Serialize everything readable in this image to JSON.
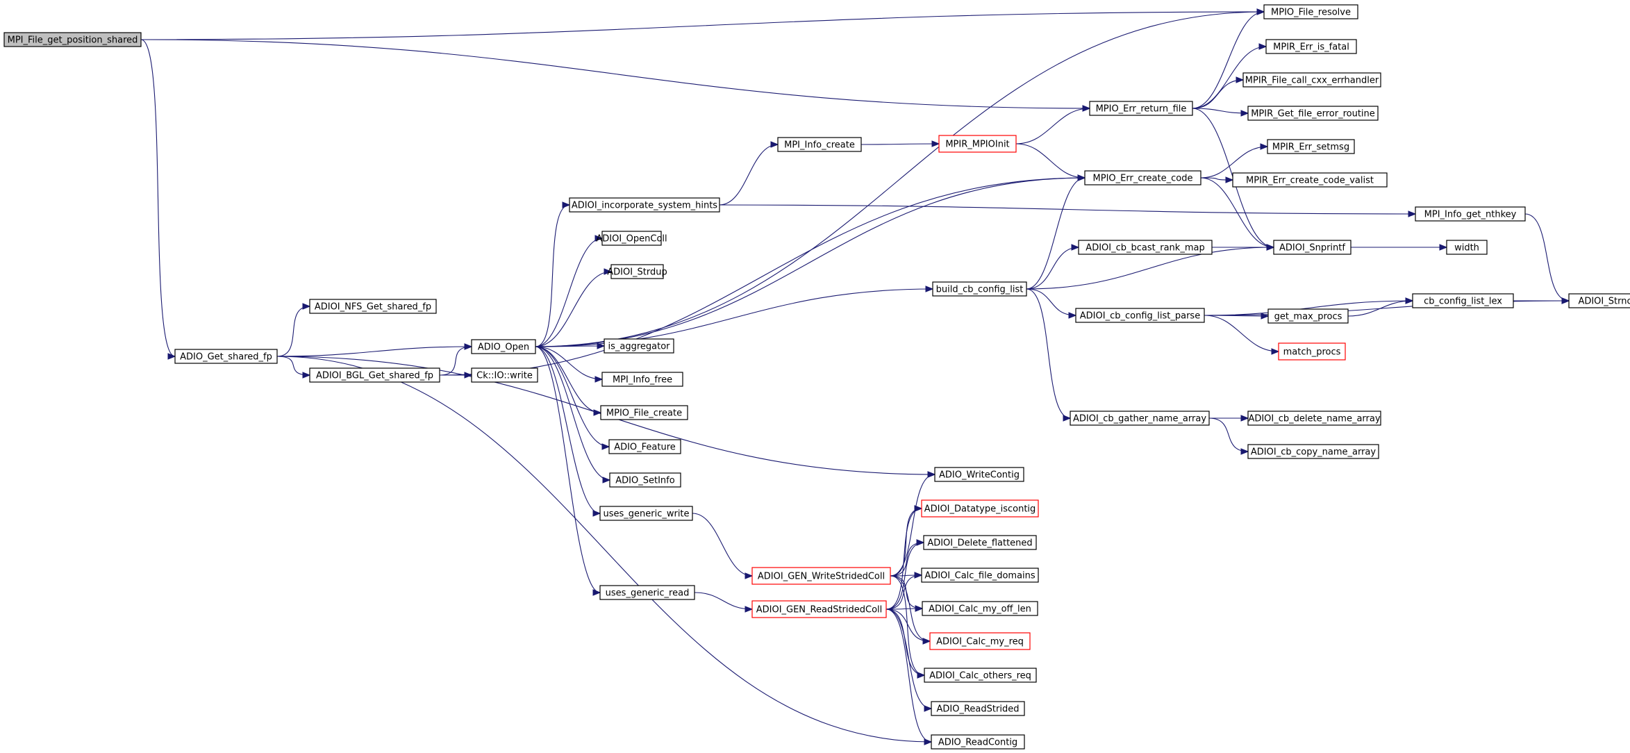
{
  "graph": {
    "type": "call-graph",
    "colors": {
      "edge": "#191970",
      "node_border": "#000000",
      "node_border_truncated": "#ff0000",
      "root_fill": "#bfbfbf",
      "node_fill": "#ffffff"
    },
    "nodes": [
      {
        "id": "n0",
        "label": "MPI_File_get_position_shared",
        "style": "root"
      },
      {
        "id": "n1",
        "label": "MPIO_File_resolve",
        "style": "normal"
      },
      {
        "id": "n2",
        "label": "MPIO_Err_return_file",
        "style": "normal"
      },
      {
        "id": "n3",
        "label": "ADIO_Get_shared_fp",
        "style": "normal"
      },
      {
        "id": "n4",
        "label": "ADIOI_NFS_Get_shared_fp",
        "style": "normal"
      },
      {
        "id": "n5",
        "label": "ADIOI_BGL_Get_shared_fp",
        "style": "normal"
      },
      {
        "id": "n6",
        "label": "ADIO_Open",
        "style": "normal"
      },
      {
        "id": "n7",
        "label": "Ck::IO::write",
        "style": "normal"
      },
      {
        "id": "n8",
        "label": "MPI_Info_create",
        "style": "normal"
      },
      {
        "id": "n9",
        "label": "MPIR_MPIOInit",
        "style": "red"
      },
      {
        "id": "n10",
        "label": "ADIOI_incorporate_system_hints",
        "style": "normal"
      },
      {
        "id": "n11",
        "label": "ADIOI_OpenColl",
        "style": "normal"
      },
      {
        "id": "n12",
        "label": "ADIOI_Strdup",
        "style": "normal"
      },
      {
        "id": "n13",
        "label": "is_aggregator",
        "style": "normal"
      },
      {
        "id": "n14",
        "label": "MPI_Info_free",
        "style": "normal"
      },
      {
        "id": "n15",
        "label": "MPIO_File_create",
        "style": "normal"
      },
      {
        "id": "n16",
        "label": "ADIO_Feature",
        "style": "normal"
      },
      {
        "id": "n17",
        "label": "ADIO_SetInfo",
        "style": "normal"
      },
      {
        "id": "n18",
        "label": "uses_generic_write",
        "style": "normal"
      },
      {
        "id": "n19",
        "label": "uses_generic_read",
        "style": "normal"
      },
      {
        "id": "n20",
        "label": "MPIR_Err_is_fatal",
        "style": "normal"
      },
      {
        "id": "n21",
        "label": "MPIR_File_call_cxx_errhandler",
        "style": "normal"
      },
      {
        "id": "n22",
        "label": "MPIR_Get_file_error_routine",
        "style": "normal"
      },
      {
        "id": "n23",
        "label": "MPIO_Err_create_code",
        "style": "normal"
      },
      {
        "id": "n24",
        "label": "MPIR_Err_setmsg",
        "style": "normal"
      },
      {
        "id": "n25",
        "label": "MPIR_Err_create_code_valist",
        "style": "normal"
      },
      {
        "id": "n26",
        "label": "MPI_Info_get_nthkey",
        "style": "normal"
      },
      {
        "id": "n27",
        "label": "ADIOI_cb_bcast_rank_map",
        "style": "normal"
      },
      {
        "id": "n28",
        "label": "ADIOI_Snprintf",
        "style": "normal"
      },
      {
        "id": "n29",
        "label": "width",
        "style": "normal"
      },
      {
        "id": "n30",
        "label": "build_cb_config_list",
        "style": "normal"
      },
      {
        "id": "n31",
        "label": "ADIOI_cb_config_list_parse",
        "style": "normal"
      },
      {
        "id": "n32",
        "label": "get_max_procs",
        "style": "normal"
      },
      {
        "id": "n33",
        "label": "cb_config_list_lex",
        "style": "normal"
      },
      {
        "id": "n34",
        "label": "ADIOI_Strncpy",
        "style": "normal"
      },
      {
        "id": "n35",
        "label": "match_procs",
        "style": "red"
      },
      {
        "id": "n36",
        "label": "ADIOI_cb_gather_name_array",
        "style": "normal"
      },
      {
        "id": "n37",
        "label": "ADIOI_cb_delete_name_array",
        "style": "normal"
      },
      {
        "id": "n38",
        "label": "ADIOI_cb_copy_name_array",
        "style": "normal"
      },
      {
        "id": "n39",
        "label": "ADIO_WriteContig",
        "style": "normal"
      },
      {
        "id": "n40",
        "label": "ADIOI_Datatype_iscontig",
        "style": "red"
      },
      {
        "id": "n41",
        "label": "ADIOI_Delete_flattened",
        "style": "normal"
      },
      {
        "id": "n42",
        "label": "ADIOI_GEN_WriteStridedColl",
        "style": "red"
      },
      {
        "id": "n43",
        "label": "ADIOI_Calc_file_domains",
        "style": "normal"
      },
      {
        "id": "n44",
        "label": "ADIOI_GEN_ReadStridedColl",
        "style": "red"
      },
      {
        "id": "n45",
        "label": "ADIOI_Calc_my_off_len",
        "style": "normal"
      },
      {
        "id": "n46",
        "label": "ADIOI_Calc_my_req",
        "style": "red"
      },
      {
        "id": "n47",
        "label": "ADIOI_Calc_others_req",
        "style": "normal"
      },
      {
        "id": "n48",
        "label": "ADIO_ReadStrided",
        "style": "normal"
      },
      {
        "id": "n49",
        "label": "ADIO_ReadContig",
        "style": "normal"
      }
    ],
    "edges": [
      [
        "n0",
        "n1"
      ],
      [
        "n0",
        "n2"
      ],
      [
        "n0",
        "n3"
      ],
      [
        "n3",
        "n4"
      ],
      [
        "n3",
        "n5"
      ],
      [
        "n3",
        "n6"
      ],
      [
        "n3",
        "n39"
      ],
      [
        "n3",
        "n49"
      ],
      [
        "n5",
        "n6"
      ],
      [
        "n5",
        "n7"
      ],
      [
        "n5",
        "n23"
      ],
      [
        "n6",
        "n1"
      ],
      [
        "n6",
        "n10"
      ],
      [
        "n6",
        "n23"
      ],
      [
        "n6",
        "n11"
      ],
      [
        "n6",
        "n12"
      ],
      [
        "n6",
        "n30"
      ],
      [
        "n6",
        "n13"
      ],
      [
        "n6",
        "n14"
      ],
      [
        "n6",
        "n15"
      ],
      [
        "n6",
        "n16"
      ],
      [
        "n6",
        "n17"
      ],
      [
        "n6",
        "n18"
      ],
      [
        "n6",
        "n19"
      ],
      [
        "n10",
        "n8"
      ],
      [
        "n10",
        "n26"
      ],
      [
        "n8",
        "n9"
      ],
      [
        "n9",
        "n2"
      ],
      [
        "n9",
        "n23"
      ],
      [
        "n2",
        "n1"
      ],
      [
        "n2",
        "n20"
      ],
      [
        "n2",
        "n21"
      ],
      [
        "n2",
        "n22"
      ],
      [
        "n2",
        "n28"
      ],
      [
        "n23",
        "n24"
      ],
      [
        "n23",
        "n25"
      ],
      [
        "n23",
        "n28"
      ],
      [
        "n26",
        "n34"
      ],
      [
        "n30",
        "n23"
      ],
      [
        "n30",
        "n27"
      ],
      [
        "n30",
        "n28"
      ],
      [
        "n30",
        "n31"
      ],
      [
        "n30",
        "n36"
      ],
      [
        "n27",
        "n28"
      ],
      [
        "n28",
        "n29"
      ],
      [
        "n31",
        "n32"
      ],
      [
        "n31",
        "n33"
      ],
      [
        "n31",
        "n35"
      ],
      [
        "n31",
        "n34"
      ],
      [
        "n32",
        "n33"
      ],
      [
        "n33",
        "n34"
      ],
      [
        "n36",
        "n37"
      ],
      [
        "n36",
        "n38"
      ],
      [
        "n18",
        "n42"
      ],
      [
        "n19",
        "n44"
      ],
      [
        "n42",
        "n39"
      ],
      [
        "n42",
        "n40"
      ],
      [
        "n42",
        "n41"
      ],
      [
        "n42",
        "n43"
      ],
      [
        "n42",
        "n45"
      ],
      [
        "n42",
        "n46"
      ],
      [
        "n42",
        "n47"
      ],
      [
        "n44",
        "n40"
      ],
      [
        "n44",
        "n41"
      ],
      [
        "n44",
        "n43"
      ],
      [
        "n44",
        "n45"
      ],
      [
        "n44",
        "n46"
      ],
      [
        "n44",
        "n47"
      ],
      [
        "n44",
        "n48"
      ],
      [
        "n44",
        "n49"
      ]
    ]
  }
}
